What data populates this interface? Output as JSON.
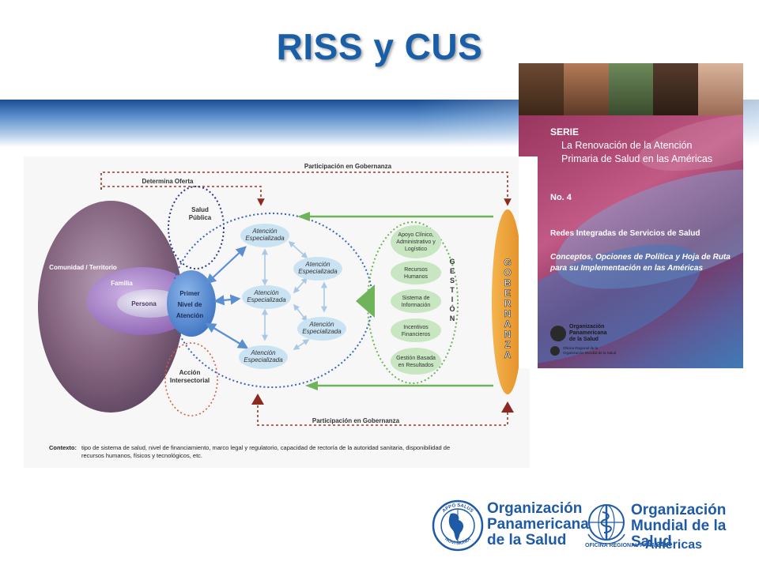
{
  "slide": {
    "title": "RISS y CUS"
  },
  "diagram": {
    "participacion_top": "Participación en Gobernanza",
    "participacion_bottom": "Participación en Gobernanza",
    "determina_oferta": "Determina Oferta",
    "comunidad": "Comunidad / Territorio",
    "familia": "Familia",
    "persona": "Persona",
    "salud_publica": [
      "Salud",
      "Pública"
    ],
    "primer_nivel": [
      "Primer",
      "Nivel de",
      "Atención"
    ],
    "accion_intersectorial": [
      "Acción",
      "Intersectorial"
    ],
    "atencion_especializada": [
      "Atención",
      "Especializada"
    ],
    "gestion_boxes": [
      [
        "Apoyo Clínico,",
        "Administrativo y",
        "Logístico"
      ],
      [
        "Recursos",
        "Humanos"
      ],
      [
        "Sistema de",
        "Información"
      ],
      [
        "Incentivos",
        "Financieros"
      ],
      [
        "Gestión Basada",
        "en Resultados"
      ]
    ],
    "gestion_letters": [
      "G",
      "E",
      "S",
      "T",
      "I",
      "Ó",
      "N"
    ],
    "gobernanza_letters": [
      "G",
      "O",
      "B",
      "E",
      "R",
      "N",
      "A",
      "N",
      "Z",
      "A"
    ],
    "contexto_label": "Contexto:",
    "contexto_line1": "tipo de sistema de salud, nivel de financiamiento, marco legal y regulatorio, capacidad de rectoría de la autoridad sanitaria, disponibilidad de",
    "contexto_line2": "recursos humanos, físicos y tecnológicos, etc.",
    "colors": {
      "community": "#7a5a78",
      "familia": "#9b6fb8",
      "persona": "#c8bee0",
      "primer_nivel": "#5b8fd4",
      "especializada": "#c9e3f3",
      "gestion_box": "#c7e6c1",
      "arrow_green": "#6fb35a",
      "gobernanza": "#f0a63a",
      "red_dashed": "#a0322a"
    }
  },
  "book": {
    "serie": "SERIE",
    "title_line1": "La Renovación de la Atención",
    "title_line2": "Primaria de Salud en las Américas",
    "number": "No. 4",
    "subtitle": "Redes Integradas de Servicios de Salud",
    "italic_line1": "Conceptos, Opciones de Política y Hoja de Ruta",
    "italic_line2": "para su Implementación en las Américas",
    "ops_logo_line1": "Organización",
    "ops_logo_line2": "Panamericana",
    "ops_logo_line3": "de la Salud",
    "ops_small_line1": "Oficina Regional de la",
    "ops_small_line2": "Organización Mundial de la Salud"
  },
  "logos": {
    "ops_line1": "Organización",
    "ops_line2": "Panamericana",
    "ops_line3": "de la Salud",
    "ops_ring_top": "APPO SALUS",
    "ops_ring_bottom": "NOVI MUNDI",
    "oms_line1": "Organización",
    "oms_line2": "Mundial de la Salud",
    "oms_small": "OFICINA REGIONAL PARA LAS",
    "oms_americas": "Américas"
  }
}
